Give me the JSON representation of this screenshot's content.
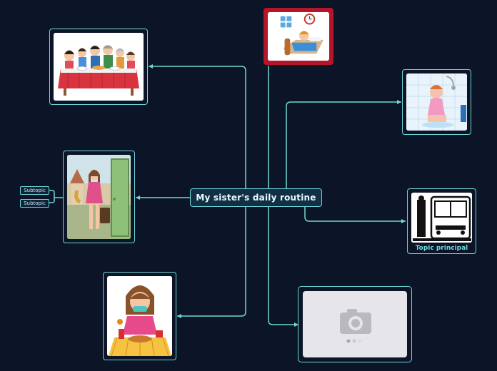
{
  "map": {
    "central_topic": "My sister's daily routine",
    "main_caption": "Topic principal",
    "subtopics": [
      "Subtopic",
      "Subtopic"
    ],
    "images": [
      "family-dinner-illustration",
      "girl-waking-up-in-bed-illustration",
      "girl-in-shower-illustration",
      "woman-leaving-house-with-suitcase-illustration",
      "bus-black-and-white-illustration",
      "girl-eating-breakfast-illustration",
      "image-placeholder-camera-icon"
    ]
  },
  "colors": {
    "background": "#0c1428",
    "accent": "#6fd6d6",
    "bed_frame_border": "#b5152b"
  }
}
